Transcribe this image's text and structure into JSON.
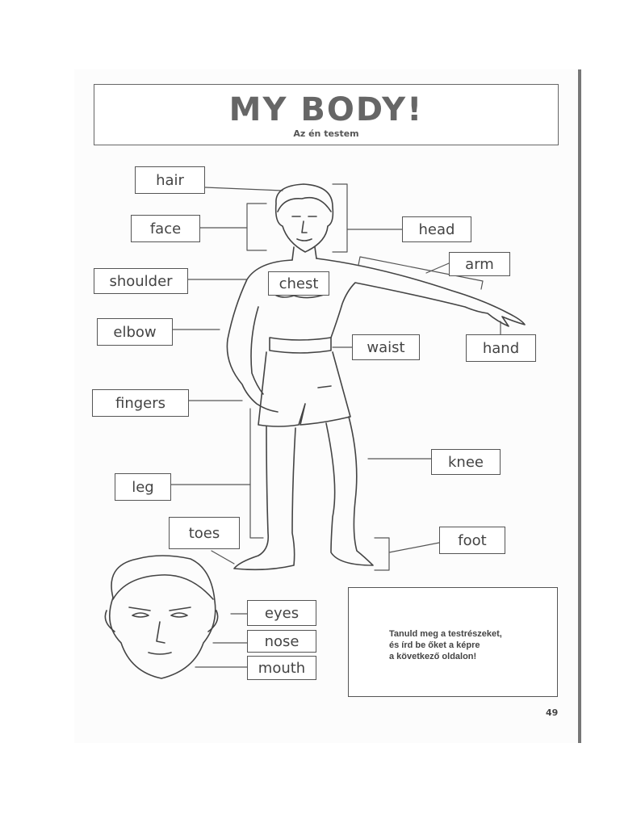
{
  "header": {
    "title": "MY BODY!",
    "subtitle": "Az én testem"
  },
  "labels": {
    "hair": "hair",
    "face": "face",
    "head": "head",
    "arm": "arm",
    "shoulder": "shoulder",
    "chest": "chest",
    "elbow": "elbow",
    "waist": "waist",
    "hand": "hand",
    "fingers": "fingers",
    "knee": "knee",
    "leg": "leg",
    "toes": "toes",
    "foot": "foot",
    "eyes": "eyes",
    "nose": "nose",
    "mouth": "mouth"
  },
  "note": {
    "line1": "Tanuld meg a testrészeket,",
    "line2": "és írd be őket a képre",
    "line3": "a következő oldalon!"
  },
  "page_number": "49"
}
